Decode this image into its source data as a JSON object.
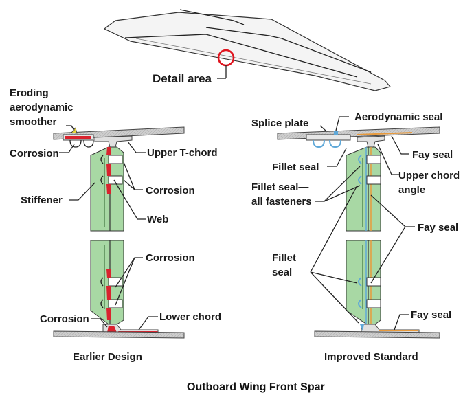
{
  "title": "Outboard Wing Front Spar",
  "detail_label": "Detail area",
  "earlier": {
    "caption": "Earlier Design",
    "labels": {
      "eroding_1": "Eroding",
      "eroding_2": "aerodynamic",
      "eroding_3": "smoother",
      "corrosion_top": "Corrosion",
      "upper_t_chord": "Upper T-chord",
      "corrosion_mid": "Corrosion",
      "stiffener": "Stiffener",
      "web": "Web",
      "corrosion_low": "Corrosion",
      "corrosion_bottom": "Corrosion",
      "lower_chord": "Lower chord"
    }
  },
  "improved": {
    "caption": "Improved Standard",
    "labels": {
      "splice_plate": "Splice plate",
      "aerodynamic_seal": "Aerodynamic seal",
      "fay_seal_top": "Fay seal",
      "fillet_seal_top": "Fillet seal",
      "upper_chord_1": "Upper chord",
      "upper_chord_2": "angle",
      "fillet_all_1": "Fillet seal—",
      "fillet_all_2": "all fasteners",
      "fay_seal_mid": "Fay seal",
      "fillet_1": "Fillet",
      "fillet_2": "seal",
      "fay_seal_bottom": "Fay seal"
    }
  },
  "colors": {
    "web_green": "#a8d8a4",
    "corrosion_red": "#d9232e",
    "seal_blue": "#5fa8d8",
    "seal_orange": "#e89a3c",
    "skin_gray": "#d6d6d6",
    "marker_red": "#e0141e"
  }
}
